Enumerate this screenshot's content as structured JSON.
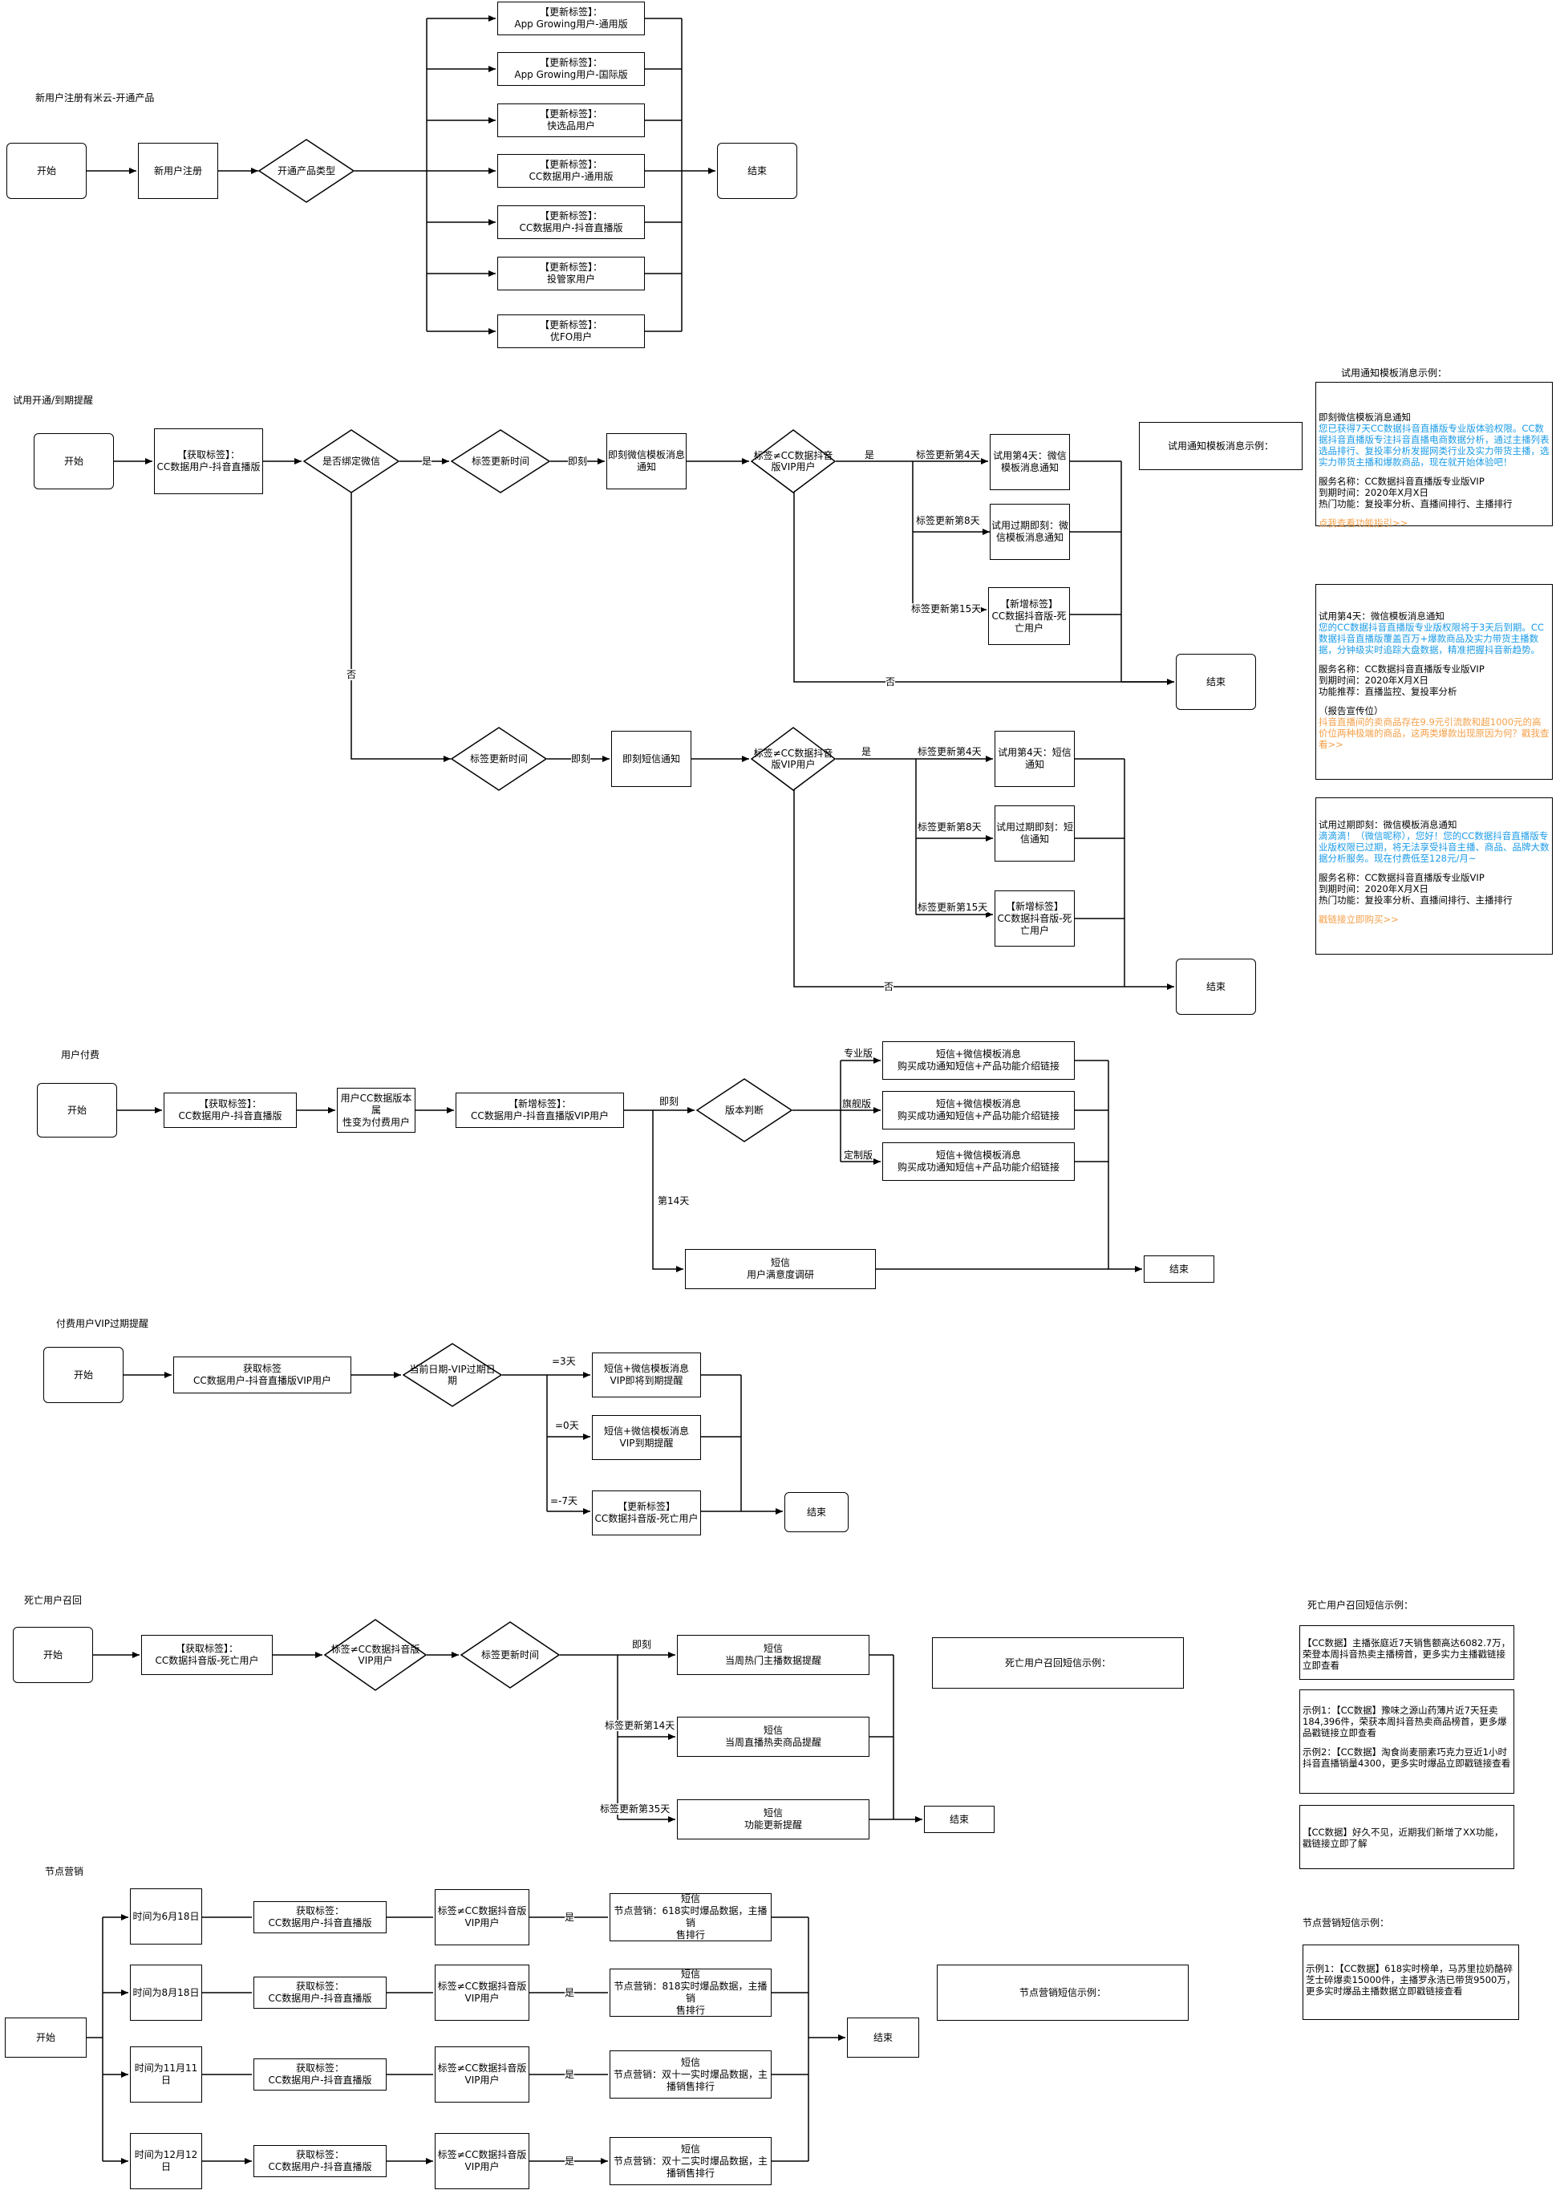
{
  "sec1": {
    "title": "新用户注册有米云-开通产品",
    "start": "开始",
    "register": "新用户注册",
    "decision": "开通产品类型",
    "tags": [
      "【更新标签】：\nApp Growing用户-通用版",
      "【更新标签】：\nApp Growing用户-国际版",
      "【更新标签】：\n快选品用户",
      "【更新标签】：\nCC数据用户-通用版",
      "【更新标签】：\nCC数据用户-抖音直播版",
      "【更新标签】：\n投管家用户",
      "【更新标签】：\n优FO用户"
    ],
    "end": "结束"
  },
  "sec2": {
    "title": "试用开通/到期提醒",
    "start": "开始",
    "get_tag": "【获取标签】：\nCC数据用户-抖音直播版",
    "bind_wechat": "是否绑定微信",
    "yes": "是",
    "no": "否",
    "tag_update_time": "标签更新时间",
    "immediately": "即刻",
    "wechat_notice": "即刻微信模板消息\n通知",
    "sms_notice": "即刻短信通知",
    "vip_check": "标签≠CC数据抖音\n版VIP用户",
    "day4": "标签更新第4天",
    "day8": "标签更新第8天",
    "day15": "标签更新第15天",
    "wx_day4": "试用第4天：微信\n模板消息通知",
    "wx_expire": "试用过期即刻：微\n信模板消息通知",
    "new_dead": "【新增标签】\nCC数据抖音版-死\n亡用户",
    "sms_day4": "试用第4天：短信\n通知",
    "sms_expire": "试用过期即刻：短\n信通知",
    "end": "结束",
    "example_box": "试用通知模板消息示例：",
    "example_title": "试用通知模板消息示例：",
    "card1": {
      "title": "即刻微信模板消息通知",
      "blue": "您已获得7天CC数据抖音直播版专业版体验权限。CC数据抖音直播版专注抖音直播电商数据分析，通过主播列表选品排行、复投率分析发掘网类行业及实力带货主播，选实力带货主播和爆款商品，现在就开始体验吧！",
      "l1": "服务名称：CC数据抖音直播版专业版VIP",
      "l2": "到期时间：2020年X月X日",
      "l3": "热门功能：复投率分析、直播间排行、主播排行",
      "link": "点我查看功能指引>>"
    },
    "card2": {
      "title": "试用第4天：微信模板消息通知",
      "blue": "您的CC数据抖音直播版专业版权限将于3天后到期。CC数据抖音直播版覆盖百万+爆款商品及实力带货主播数据，分钟级实时追踪大盘数据，精准把握抖音新趋势。",
      "l1": "服务名称：CC数据抖音直播版专业版VIP",
      "l2": "到期时间：2020年X月X日",
      "l3": "功能推荐：直播监控、复投率分析",
      "l4": "（报告宣传位）",
      "orange": "抖音直播间的卖商品存在9.9元引流款和超1000元的高价位两种极端的商品，这两类爆款出现原因为何？戳我查看>>"
    },
    "card3": {
      "title": "试用过期即刻：微信模板消息通知",
      "blue": "滴滴滴！（微信昵称），您好！您的CC数据抖音直播版专业版权限已过期，将无法享受抖音主播、商品、品牌大数据分析服务。现在付费低至128元/月~",
      "l1": "服务名称：CC数据抖音直播版专业版VIP",
      "l2": "到期时间：2020年X月X日",
      "l3": "热门功能：复投率分析、直播间排行、主播排行",
      "link": "戳链接立即购买>>"
    }
  },
  "sec3": {
    "title": "用户付费",
    "start": "开始",
    "get_tag": "【获取标签】：\nCC数据用户-抖音直播版",
    "change": "用户CC数据版本属\n性变为付费用户",
    "new_tag": "【新增标签】：\nCC数据用户-抖音直播版VIP用户",
    "immediately": "即刻",
    "version": "版本判断",
    "pro": "专业版",
    "flagship": "旗舰版",
    "custom": "定制版",
    "msg": "短信+微信模板消息\n购买成功通知短信+产品功能介绍链接",
    "day14": "第14天",
    "survey": "短信\n用户满意度调研",
    "end": "结束"
  },
  "sec4": {
    "title": "付费用户VIP过期提醒",
    "start": "开始",
    "get_tag": "获取标签\nCC数据用户-抖音直播版VIP用户",
    "decision": "当前日期-VIP过期日\n期",
    "eq3": "=3天",
    "eq0": "=0天",
    "eqm7": "=-7天",
    "m1": "短信+微信模板消息\nVIP即将到期提醒",
    "m2": "短信+微信模板消息\nVIP到期提醒",
    "m3": "【更新标签】\nCC数据抖音版-死亡用户",
    "end": "结束"
  },
  "sec5": {
    "title": "死亡用户召回",
    "start": "开始",
    "get_tag": "【获取标签】：\nCC数据抖音版-死亡用户",
    "vip_check": "标签≠CC数据抖音版\nVIP用户",
    "tag_time": "标签更新时间",
    "immediately": "即刻",
    "day14": "标签更新第14天",
    "day35": "标签更新第35天",
    "s1": "短信\n当周热门主播数据提醒",
    "s2": "短信\n当周直播热卖商品提醒",
    "s3": "短信\n功能更新提醒",
    "end": "结束",
    "example_box": "死亡用户召回短信示例：",
    "example_title": "死亡用户召回短信示例：",
    "c1": "【CC数据】主播张庭近7天销售额高达6082.7万，荣登本周抖音热卖主播榜首，更多实力主播戳链接立即查看",
    "c2a": "示例1：【CC数据】豫味之源山药薄片近7天狂卖184,396件，荣获本周抖音热卖商品榜首，更多爆品戳链接立即查看",
    "c2b": "示例2：【CC数据】淘食尚麦丽素巧克力豆近1小时抖音直播销量4300，更多实时爆品立即戳链接查看",
    "c3": "【CC数据】好久不见，近期我们新增了XX功能，戳链接立即了解"
  },
  "sec6": {
    "title": "节点营销",
    "start": "开始",
    "dates": [
      "时间为6月18日",
      "时间为8月18日",
      "时间为11月11日",
      "时间为12月12日"
    ],
    "get_tag": "获取标签：\nCC数据用户-抖音直播版",
    "vip_check": "标签≠CC数据抖音版\nVIP用户",
    "yes": "是",
    "sms": [
      "短信\n节点营销：618实时爆品数据，主播销\n售排行",
      "短信\n节点营销：818实时爆品数据，主播销\n售排行",
      "短信\n节点营销：双十一实时爆品数据，主\n播销售排行",
      "短信\n节点营销：双十二实时爆品数据，主\n播销售排行"
    ],
    "end": "结束",
    "example_box": "节点营销短信示例：",
    "example_title": "节点营销短信示例：",
    "card": "示例1：【CC数据】618实时榜单，马苏里拉奶酪碎芝士碎爆卖15000件，主播罗永浩已带货9500万，更多实时爆品主播数据立即戳链接查看"
  },
  "colors": {
    "blue_text": "#1a9be8",
    "orange_text": "#f5a049",
    "line": "#000000"
  }
}
